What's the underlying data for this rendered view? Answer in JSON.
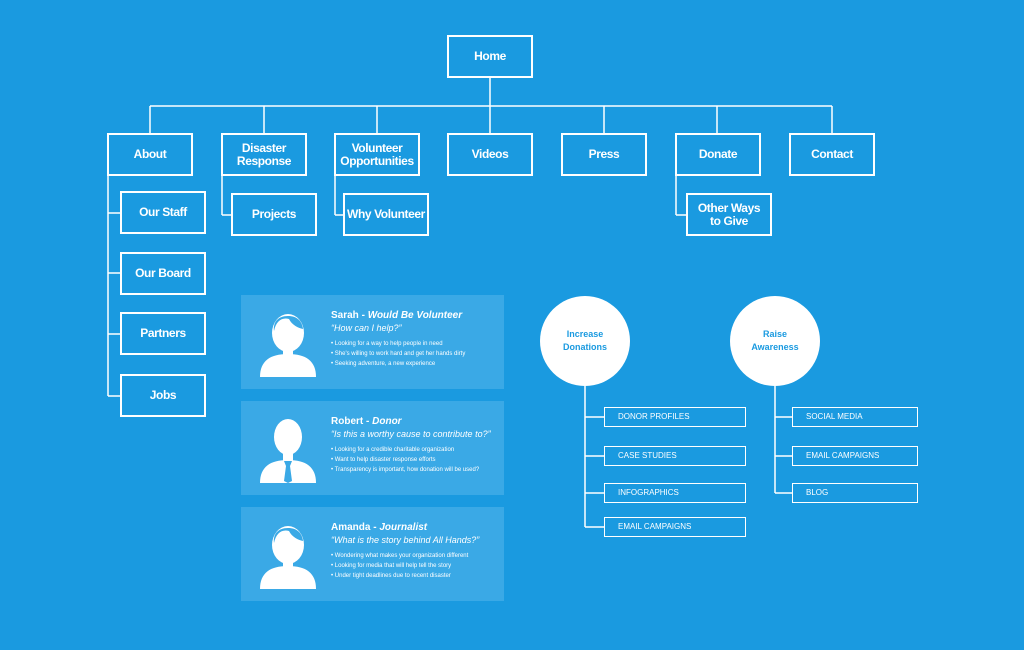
{
  "sitemap": {
    "home": "Home",
    "top_level": [
      "About",
      "Disaster\nResponse",
      "Volunteer\nOpportunities",
      "Videos",
      "Press",
      "Donate",
      "Contact"
    ],
    "about_children": [
      "Our Staff",
      "Our Board",
      "Partners",
      "Jobs"
    ],
    "disaster_response_children": [
      "Projects"
    ],
    "volunteer_children": [
      "Why Volunteer"
    ],
    "donate_children": [
      "Other Ways\nto Give"
    ]
  },
  "personas": [
    {
      "name": "Sarah",
      "role": "Would Be Volunteer",
      "quote": "“How can I help?”",
      "bullets": [
        "Looking for a way to help people in need",
        "She's willing to work hard and get her hands dirty",
        "Seeking adventure, a new experience"
      ]
    },
    {
      "name": "Robert",
      "role": "Donor",
      "quote": "“Is this a worthy cause to contribute to?”",
      "bullets": [
        "Looking for a credible charitable organization",
        "Want to help disaster response efforts",
        "Transparency is important, how donation will be used?"
      ]
    },
    {
      "name": "Amanda",
      "role": "Journalist",
      "quote": "“What is the story behind All Hands?”",
      "bullets": [
        "Wondering what makes your organization different",
        "Looking for media that will help tell the story",
        "Under tight deadlines due to recent disaster"
      ]
    }
  ],
  "goals": [
    {
      "title": "Increase\nDonations",
      "items": [
        "DONOR PROFILES",
        "CASE STUDIES",
        "INFOGRAPHICS",
        "EMAIL CAMPAIGNS"
      ]
    },
    {
      "title": "Raise\nAwareness",
      "items": [
        "SOCIAL MEDIA",
        "EMAIL CAMPAIGNS",
        "BLOG"
      ]
    }
  ],
  "colors": {
    "background": "#1a9ae0",
    "card": "#3aa9e6",
    "foreground": "#ffffff"
  },
  "icons": {
    "female_persona": "female-user-icon",
    "male_persona": "male-user-with-tie-icon"
  }
}
